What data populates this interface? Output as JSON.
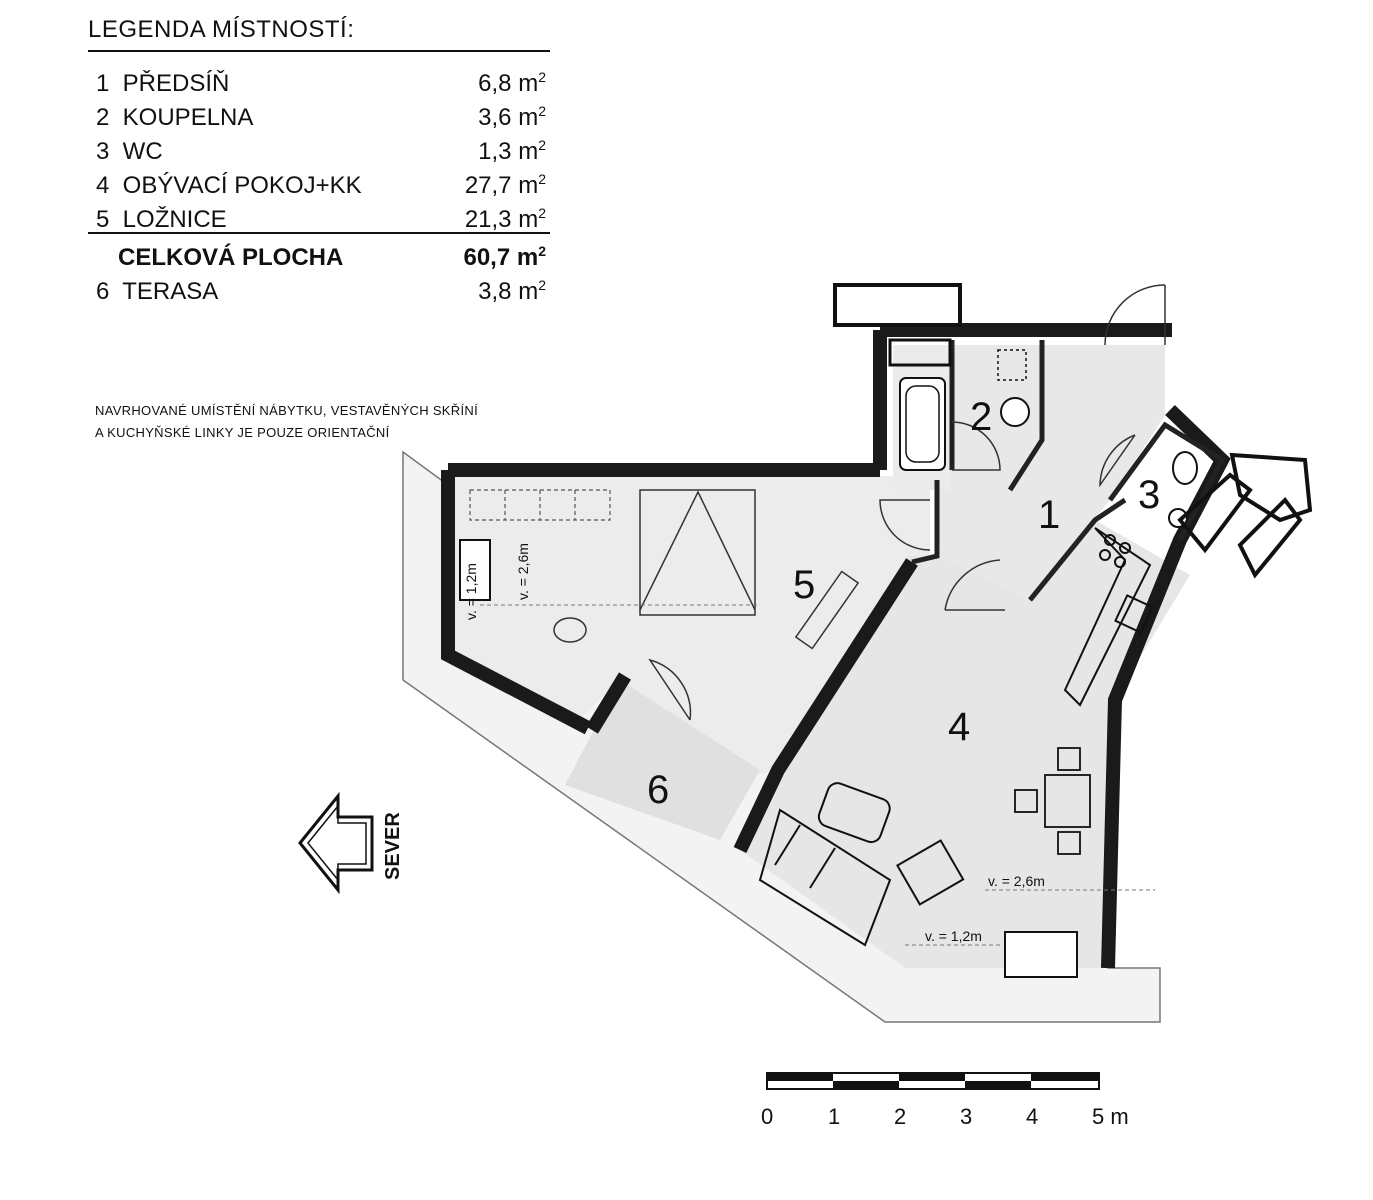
{
  "legend": {
    "title": "LEGENDA MÍSTNOSTÍ:",
    "rooms": [
      {
        "num": "1",
        "name": "PŘEDSÍŇ",
        "area": "6,8",
        "unit": "m",
        "exp": "2"
      },
      {
        "num": "2",
        "name": "KOUPELNA",
        "area": "3,6",
        "unit": "m",
        "exp": "2"
      },
      {
        "num": "3",
        "name": "WC",
        "area": "1,3",
        "unit": "m",
        "exp": "2"
      },
      {
        "num": "4",
        "name": "OBÝVACÍ POKOJ+KK",
        "area": "27,7",
        "unit": "m",
        "exp": "2"
      },
      {
        "num": "5",
        "name": "LOŽNICE",
        "area": "21,3",
        "unit": "m",
        "exp": "2"
      }
    ],
    "total": {
      "name": "CELKOVÁ PLOCHA",
      "area": "60,7",
      "unit": "m",
      "exp": "2"
    },
    "terrace": {
      "num": "6",
      "name": "TERASA",
      "area": "3,8",
      "unit": "m",
      "exp": "2"
    }
  },
  "note": {
    "line1": "NAVRHOVANÉ UMÍSTĚNÍ NÁBYTKU, VESTAVĚNÝCH SKŘÍNÍ",
    "line2": "A KUCHYŇSKÉ LINKY JE POUZE ORIENTAČNÍ"
  },
  "plan": {
    "room_numbers": [
      "1",
      "2",
      "3",
      "4",
      "5",
      "6"
    ],
    "heights": {
      "bedroom_high": "v. = 2,6m",
      "bedroom_low": "v. = 1,2m",
      "living_high": "v. = 2,6m",
      "living_low": "v. = 1,2m"
    },
    "compass": "SEVER",
    "scale": [
      "0",
      "1",
      "2",
      "3",
      "4",
      "5 m"
    ]
  },
  "colors": {
    "wall": "#1a1a1a",
    "floor": "#e9e9e9",
    "ink": "#111111"
  }
}
